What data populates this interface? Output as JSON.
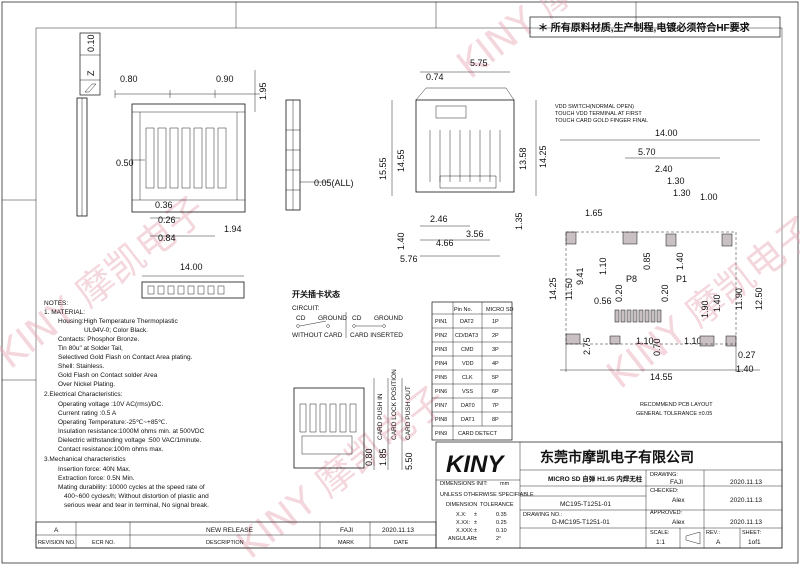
{
  "banner": "＊ 所有原料材质,生产制程,电镀必须符合HF要求",
  "watermark": [
    "KINY 摩凯电子"
  ],
  "side_view": {
    "flatness": "0.10",
    "flatness_ref": "Z",
    "dims": [
      "0.80",
      "0.90",
      "1.95",
      "0.50",
      "0.36",
      "0.26",
      "1.94",
      "0.84"
    ]
  },
  "thin_view": {
    "dims": [
      "0.05(ALL)"
    ]
  },
  "front_view": {
    "dims": [
      "0.74",
      "5.75",
      "15.55",
      "14.55",
      "13.58",
      "14.25",
      "2.46",
      "1.40",
      "3.56",
      "4.66",
      "5.76",
      "1.35"
    ]
  },
  "bottom_view": {
    "dims": [
      "14.00"
    ]
  },
  "notes": {
    "heading": "NOTES:",
    "lines": [
      "1. MATERIAL:",
      "Housing:High Temperature Thermoplastic",
      "UL94V-0; Color Black.",
      "Contacts: Phosphor Bronze.",
      "Tin 80u\" at Solder Tail,",
      "Selectived Gold Flash on Contact Area plating.",
      "Shell: Stainless.",
      "Gold Flash on Contact solder Area",
      "Over Nickel Plating.",
      "2.Electrical Characteristics:",
      "Operating voltage :10V AC(rms)/DC.",
      "Current rating :0.5 A",
      "Operating Temperature:-25℃~+85℃.",
      "Insulation resistance:1000M ohms min. at 500VDC",
      "Dielectric withstanding voltage :500 VAC/1minute.",
      "Contact resistance:100m ohms max.",
      "3.Mechanical characteristics",
      "Insertion force: 40N Max.",
      "Extraction force: 0.5N Min.",
      "Mating durability: 10000 cycles at the speed rate of",
      "400~600 cycles/h; Without distortion of plastic and",
      "serious wear and tear in terminal, No signal break."
    ]
  },
  "switch_state": {
    "title": "开关插卡状态",
    "circuit": "CIRCUIT:",
    "cd": "CD",
    "ground": "GROUND",
    "without_card": "WITHOUT CARD",
    "card_inserted": "CARD INSERTED"
  },
  "pin_table": {
    "headers": [
      "Pin No.",
      "MICRO SD"
    ],
    "rows": [
      [
        "PIN1",
        "DAT2",
        "1P"
      ],
      [
        "PIN2",
        "CD/DAT3",
        "2P"
      ],
      [
        "PIN3",
        "CMD",
        "3P"
      ],
      [
        "PIN4",
        "VDD",
        "4P"
      ],
      [
        "PIN5",
        "CLK",
        "5P"
      ],
      [
        "PIN6",
        "VSS",
        "6P"
      ],
      [
        "PIN7",
        "DAT0",
        "7P"
      ],
      [
        "PIN8",
        "DAT1",
        "8P"
      ],
      [
        "PIN9",
        "CARD DETECT",
        ""
      ]
    ]
  },
  "push_positions": [
    "CARD PUSH IN",
    "CARD LOCK POSITION",
    "CARD PUSH OUT"
  ],
  "push_dims": [
    "0.80",
    "1.85",
    "5.50"
  ],
  "pcb": {
    "note_lines": [
      "VDD SWITCH(NORMAL OPEN)",
      "TOUCH VDD TERMINAL AT FIRST",
      "TOUCH CARD GOLD FINGER FINAL"
    ],
    "dims": [
      "14.00",
      "5.70",
      "2.40",
      "1.30",
      "1.30",
      "1.65",
      "1.00",
      "0.85",
      "1.40",
      "1.10",
      "9.41",
      "11.50",
      "14.25",
      "0.56",
      "0.20",
      "0.20",
      "1.40",
      "1.90",
      "11.90",
      "12.50",
      "1.10",
      "0.70",
      "14.55",
      "1.40",
      "0.27",
      "2.75",
      "1.10"
    ],
    "labels": [
      "P8",
      "P1"
    ],
    "caption": "RECOMMEND PCB LAYOUT",
    "tolerance": "GENERAL TOLERANCE ±0.05"
  },
  "title_block": {
    "company": "东莞市摩凯电子有限公司",
    "logo": "KINY",
    "dim_unit_label": "DIMENSIONS INIT:",
    "dim_unit": "mm",
    "unless": "UNLESS OTHERWISE SPECIFIABLE",
    "dimension": "DIMENSION",
    "tolerance": "TOLERANCE",
    "tol_rows": [
      [
        "X.X:",
        "±",
        "0.35"
      ],
      [
        "X.XX:",
        "±",
        "0.25"
      ],
      [
        "X.XXX:",
        "±",
        "0.10"
      ],
      [
        "ANGULAR:",
        "±",
        "2°"
      ]
    ],
    "product_title": "MICRO SD 自弹 H1.95 内焊无柱",
    "part_no": "MC195-T1251-01",
    "drawing_no_label": "DRAWING NO.:",
    "drawing_no": "D-MC195-T1251-01",
    "scale_label": "SCALE:",
    "scale": "1:1",
    "rev_label": "REV.:",
    "rev": "A",
    "sheet_label": "SHEET:",
    "sheet": "1of1",
    "drawn_label": "DRAWING:",
    "drawn_by": "FAJI",
    "drawn_date": "2020.11.13",
    "checked_label": "CHECKED:",
    "checked_by": "Alex",
    "checked_date": "2020.11.13",
    "approved_label": "APPROVED:",
    "approved_by": "Alex",
    "approved_date": "2020.11.13"
  },
  "revision": {
    "rev": "A",
    "description": "NEW RELEASE",
    "by": "FAJI",
    "date": "2020.11.13",
    "headers": [
      "REVISION NO.",
      "ECR NO.",
      "DESCRIPTION",
      "MARK",
      "DATE"
    ]
  }
}
